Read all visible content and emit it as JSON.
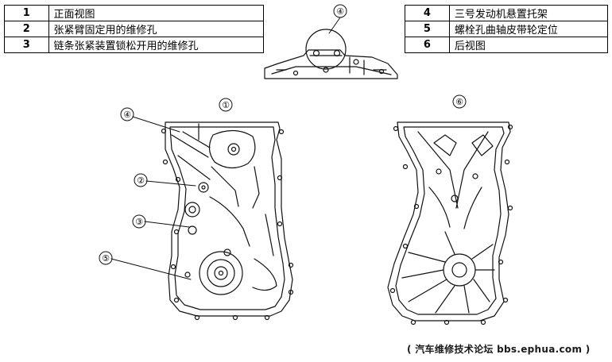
{
  "legend_left": [
    {
      "num": "1",
      "text": "正面视图"
    },
    {
      "num": "2",
      "text": "张紧臂固定用的维修孔"
    },
    {
      "num": "3",
      "text": "链条张紧装置锁松开用的维修孔"
    }
  ],
  "legend_right": [
    {
      "num": "4",
      "text": "三号发动机悬置托架"
    },
    {
      "num": "5",
      "text": "螺栓孔曲轴皮带轮定位"
    },
    {
      "num": "6",
      "text": "后视图"
    }
  ],
  "callouts": {
    "c1": "①",
    "c2": "②",
    "c3": "③",
    "c4_top": "④",
    "c4_front": "④",
    "c5": "⑤",
    "c6": "⑥"
  },
  "watermark": "( 汽车维修技术论坛 bbs.ephua.com )"
}
